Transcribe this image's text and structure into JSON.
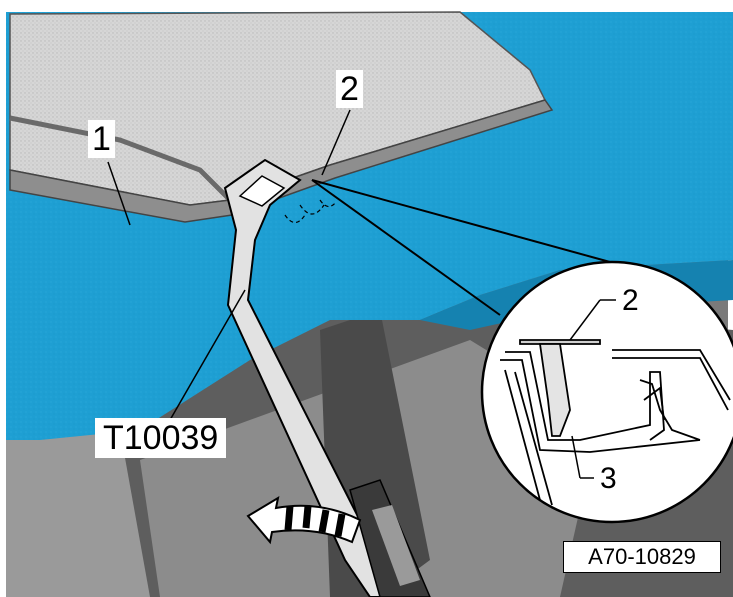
{
  "callouts": {
    "item_1": "1",
    "item_2": "2",
    "detail_item_2": "2",
    "detail_item_3": "3"
  },
  "tool_label": "T10039",
  "reference_code": "A70-10829",
  "colors": {
    "body_panel": "#1e9fd3",
    "body_panel_dark": "#1582b0",
    "glass": "#d9d9d9",
    "seal": "#8a8a8a",
    "interior": "#6e6e6e",
    "tool": "#dddddd",
    "outline": "#000000"
  },
  "icons": {
    "direction_arrow": "curved-arrow-left-icon"
  }
}
